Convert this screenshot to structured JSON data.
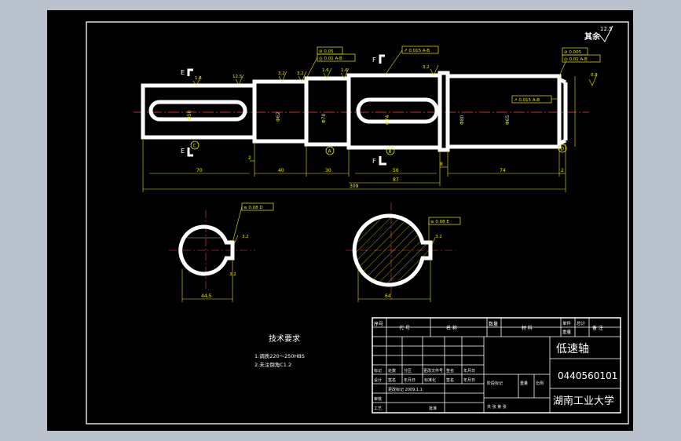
{
  "drawing": {
    "roughness_note": "其余",
    "roughness_value": "12.5",
    "section_labels": {
      "e_top": "E",
      "e_bottom": "E",
      "f_top": "F",
      "f_bottom": "F"
    },
    "datum_labels": [
      "C",
      "A",
      "B",
      "D"
    ],
    "tolerances": [
      {
        "id": "t1",
        "text": "⊘ 0.05",
        "sub": "◎ 0.01 A-B"
      },
      {
        "id": "t2",
        "text": "↗ 0.015 A-B"
      },
      {
        "id": "t3",
        "text": "⊘ 0.005",
        "sub": "◎ 0.01 A-B"
      },
      {
        "id": "t4",
        "text": "↗ 0.015 A-B"
      },
      {
        "id": "t5",
        "text": "≡ 0.08 D"
      },
      {
        "id": "t6",
        "text": "≡ 0.08 E"
      }
    ],
    "roughness_marks": [
      "1.6",
      "12.5",
      "3.2",
      "3.2",
      "1.6",
      "1.6",
      "3.2",
      "0.8",
      "3.2",
      "3.2",
      "3.2"
    ],
    "dimensions": {
      "d70": "70",
      "d2": "2",
      "d40": "40",
      "d30": "30",
      "d56": "56",
      "d87": "87",
      "d8": "8",
      "d74": "74",
      "d2b": "2",
      "d309": "309",
      "dia1": "Φ50",
      "dia2": "Φ62",
      "dia3": "Φ70",
      "dia4": "Φ74",
      "dia5": "Φ80",
      "dia6": "Φ65",
      "sec1": "44.5",
      "sec2": "64"
    },
    "tech_req": {
      "title": "技术要求",
      "line1": "1.调质220～250HBS",
      "line2": "2.未注倒角C1.2"
    }
  },
  "title_block": {
    "part_name": "低速轴",
    "drawing_no": "0440560101",
    "school": "湖南工业大学",
    "headers": [
      "序号",
      "代    号",
      "名    称",
      "数量",
      "材    料",
      "单件",
      "总计",
      "备 注"
    ],
    "headers_sub": [
      "",
      "",
      "",
      "",
      "",
      "重量",
      "",
      ""
    ],
    "rev_row": [
      "标记",
      "处数",
      "分区",
      "更改文件号",
      "签名",
      "年月日"
    ],
    "rev_row2": [
      "设计",
      "签名",
      "年月日",
      "标准化",
      "签名",
      "年月日"
    ],
    "stage": "阶段标记",
    "weight": "重量",
    "scale": "比例",
    "approve": [
      "审核",
      "工艺",
      "批准"
    ],
    "sheets": "共  张   第  张",
    "date_row": "更改标记  2009.1.1"
  }
}
